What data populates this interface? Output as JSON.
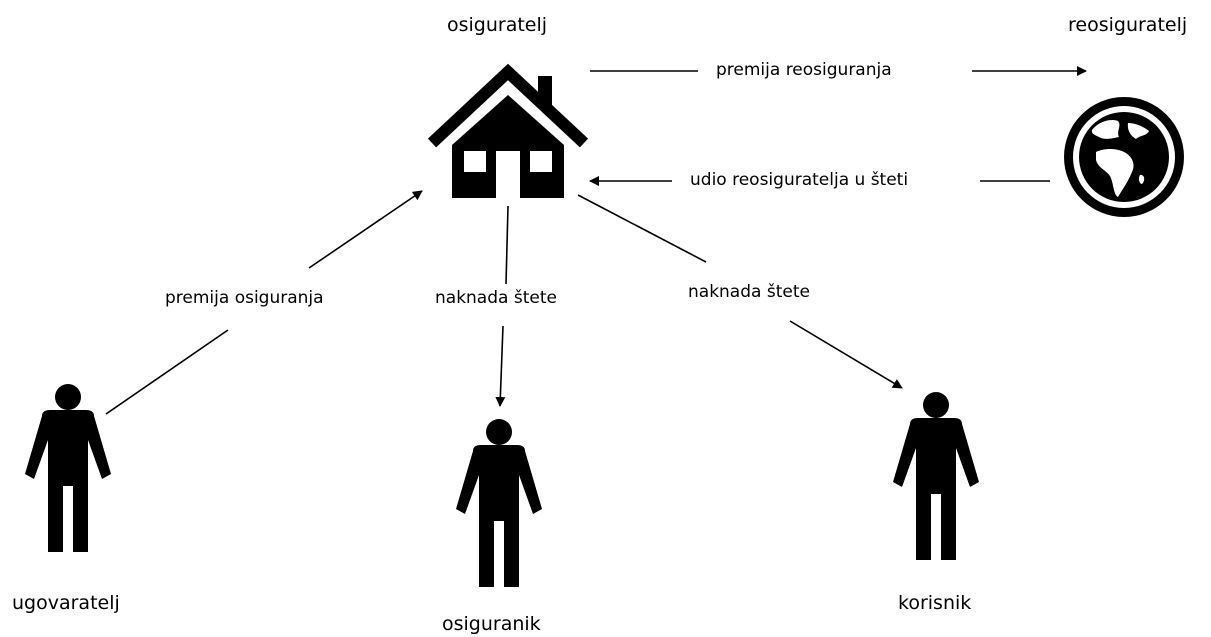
{
  "nodes": {
    "insurer": "osiguratelj",
    "reinsurer": "reosiguratelj",
    "policyholder": "ugovaratelj",
    "insured": "osiguranik",
    "beneficiary": "korisnik"
  },
  "edges": {
    "reinsurance_premium": "premija reosiguranja",
    "reinsurer_share": "udio reosiguratelja u šteti",
    "insurance_premium": "premija osiguranja",
    "claim_to_insured": "naknada štete",
    "claim_to_beneficiary": "naknada štete"
  },
  "icons": {
    "insurer": "house-icon",
    "reinsurer": "globe-icon",
    "person": "person-icon"
  }
}
